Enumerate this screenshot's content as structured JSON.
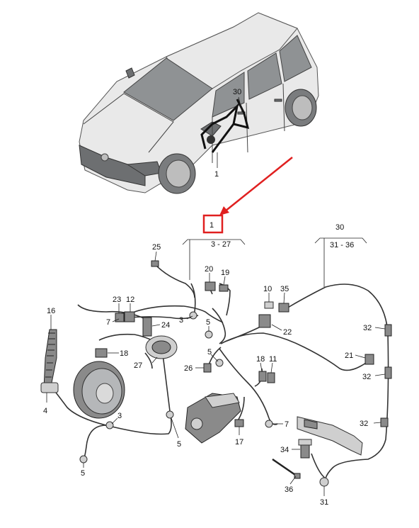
{
  "callouts": {
    "c30_car": "30",
    "c1_car": "1",
    "c1_box": "1",
    "c1_range": "3 - 27",
    "c30_top": "30",
    "c30_range": "31 - 36",
    "c25": "25",
    "c20": "20",
    "c19": "19",
    "c10": "10",
    "c35": "35",
    "c23": "23",
    "c12": "12",
    "c16": "16",
    "c7a": "7",
    "c3a": "3",
    "c24": "24",
    "c5a": "5",
    "c22": "22",
    "c32a": "32",
    "c18a": "18",
    "c5b": "5",
    "c27": "27",
    "c26": "26",
    "c18b": "18",
    "c11": "11",
    "c21": "21",
    "c32b": "32",
    "c4": "4",
    "c3b": "3",
    "c7b": "7",
    "c32c": "32",
    "c17": "17",
    "c5c": "5",
    "c34": "34",
    "c5d": "5",
    "c36": "36",
    "c31": "31"
  },
  "highlight_color": "#e02020",
  "line_color": "#333333"
}
